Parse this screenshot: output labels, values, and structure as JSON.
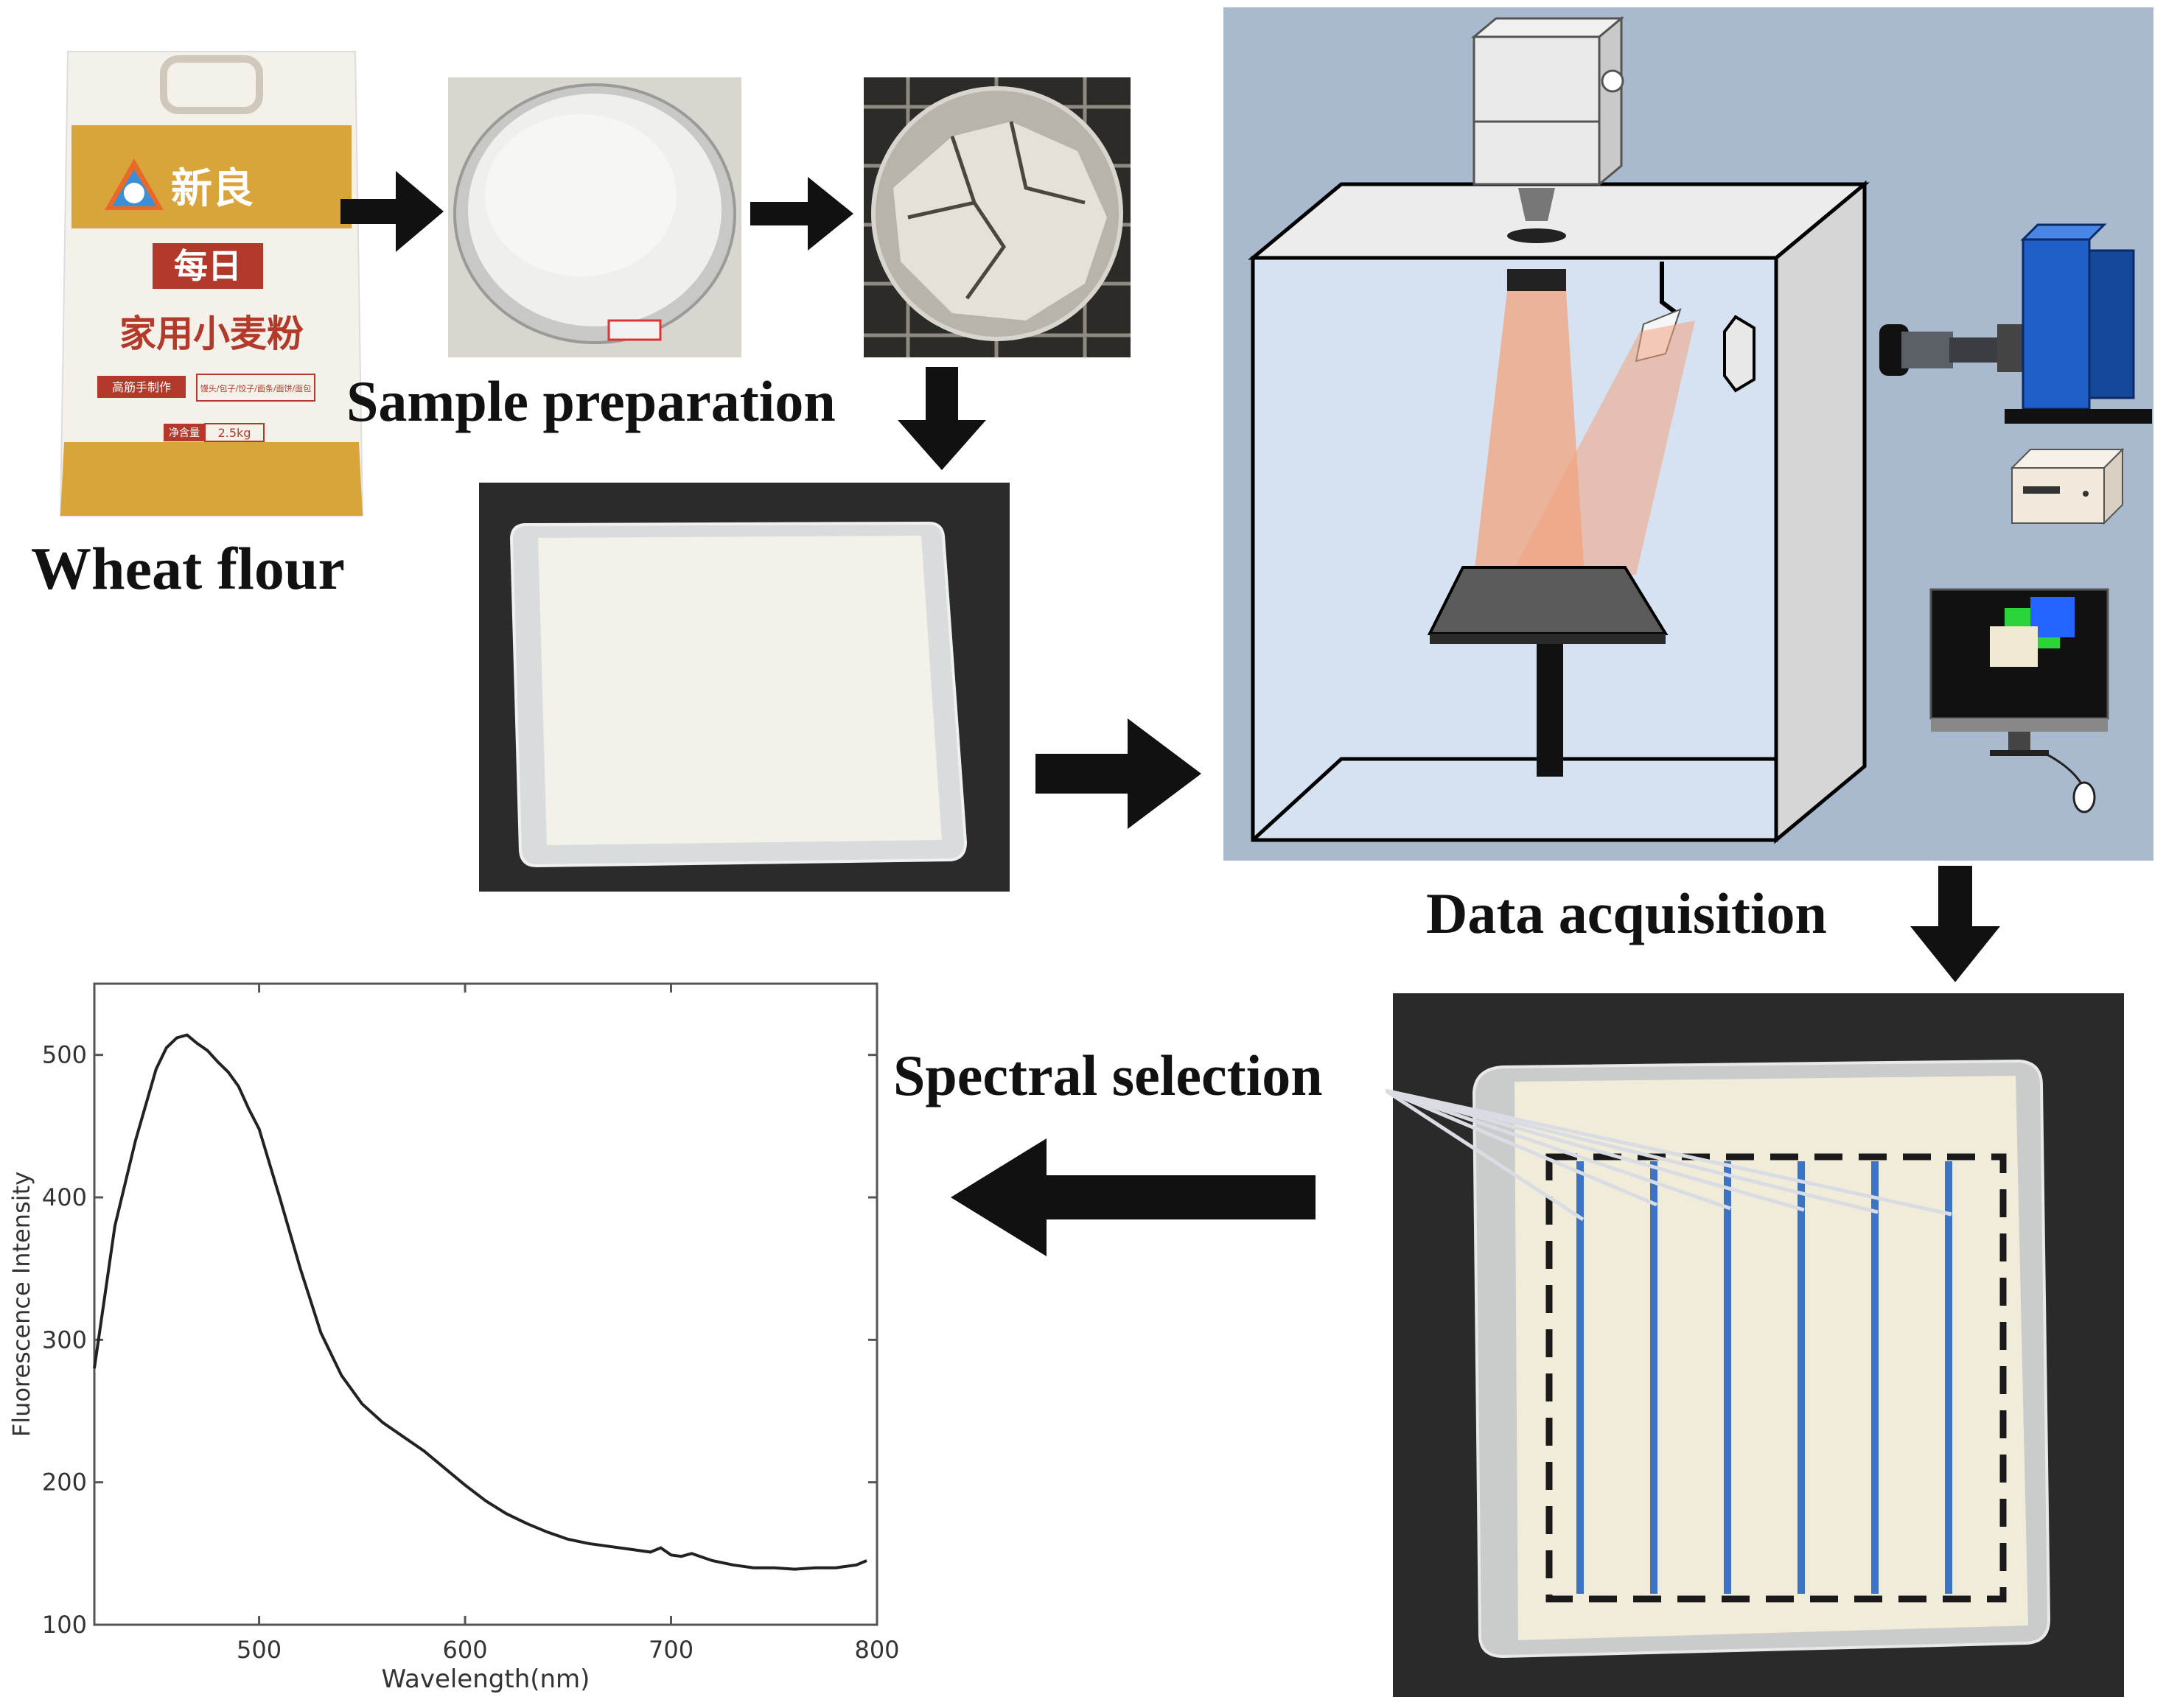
{
  "labels": {
    "wheat_flour": "Wheat flour",
    "sample_preparation": "Sample preparation",
    "data_acquisition": "Data acquisition",
    "spectral_selection": "Spectral selection"
  },
  "flour_bag": {
    "brand": "新良",
    "line1": "每日",
    "line2": "家用小麦粉",
    "chip": "高筋手制作",
    "note": "馒头/包子/饺子/面条/面饼/面包",
    "weight_label": "净含量",
    "weight": "2.5kg"
  },
  "colors": {
    "arrow": "#111111",
    "chamber_bg": "#a9bace",
    "chamber_inner": "#d6e2f1",
    "beam": "#f3a37e",
    "scan_line": "#3d73c4",
    "camera_blue": "#1f5fc7"
  },
  "chart_data": {
    "type": "line",
    "title": "",
    "xlabel": "Wavelength(nm)",
    "ylabel": "Fluorescence Intensity",
    "xlim": [
      420,
      800
    ],
    "ylim": [
      100,
      550
    ],
    "xticks": [
      500,
      600,
      700,
      800
    ],
    "yticks": [
      100,
      200,
      300,
      400,
      500
    ],
    "grid": false,
    "series": [
      {
        "x": [
          420,
          425,
          430,
          440,
          450,
          455,
          460,
          465,
          470,
          475,
          480,
          485,
          490,
          495,
          500,
          510,
          520,
          530,
          540,
          550,
          560,
          570,
          580,
          590,
          600,
          610,
          620,
          630,
          640,
          650,
          660,
          670,
          680,
          690,
          695,
          700,
          705,
          710,
          720,
          730,
          740,
          750,
          760,
          770,
          780,
          790,
          795
        ],
        "y": [
          280,
          330,
          380,
          440,
          490,
          505,
          512,
          514,
          508,
          503,
          495,
          488,
          478,
          462,
          448,
          400,
          350,
          305,
          275,
          255,
          242,
          232,
          222,
          210,
          198,
          187,
          178,
          171,
          165,
          160,
          157,
          155,
          153,
          151,
          154,
          149,
          148,
          150,
          145,
          142,
          140,
          140,
          139,
          140,
          140,
          142,
          145
        ]
      }
    ]
  }
}
